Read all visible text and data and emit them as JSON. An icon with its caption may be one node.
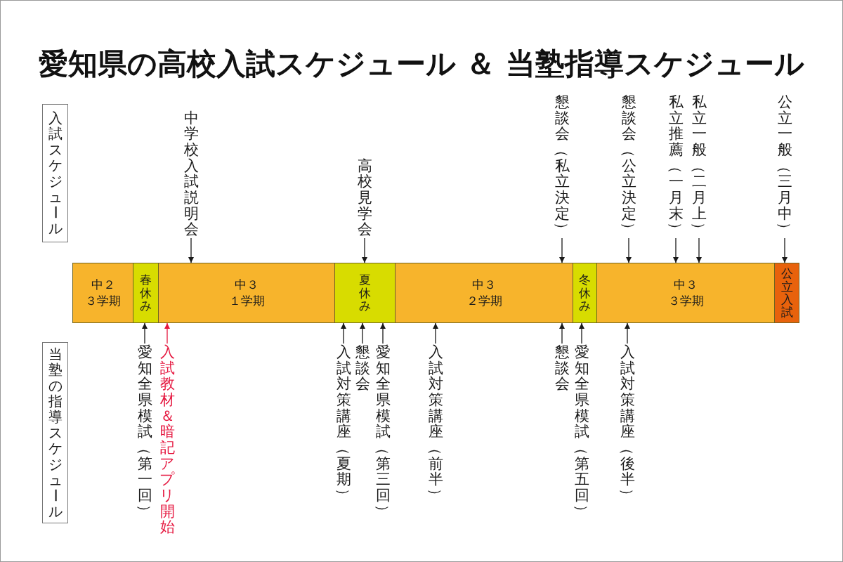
{
  "diagram": {
    "title": "愛知県の高校入試スケジュール ＆ 当塾指導スケジュール",
    "nodes": [
      {
        "text": [
          "入試スケジュール"
        ]
      },
      {
        "text": [
          "中学校入試説明会"
        ]
      },
      {
        "text": [
          "高校見学会"
        ]
      },
      {
        "text": [
          "懇談会（私立決定）"
        ]
      },
      {
        "text": [
          "懇談会（公立決定）"
        ]
      },
      {
        "text": [
          "私立推薦（一月末）"
        ]
      },
      {
        "text": [
          "私立一般（二月上）"
        ]
      },
      {
        "text": [
          "公立一般（三月中）"
        ]
      },
      {
        "text": [
          "中２",
          "３学期"
        ]
      },
      {
        "text": [
          "春休み"
        ]
      },
      {
        "text": [
          "中３",
          "１学期"
        ]
      },
      {
        "text": [
          "夏休み"
        ]
      },
      {
        "text": [
          "中３",
          "２学期"
        ]
      },
      {
        "text": [
          "冬休み"
        ]
      },
      {
        "text": [
          "中３",
          "３学期"
        ]
      },
      {
        "text": [
          "公立入試"
        ]
      },
      {
        "text": [
          "当塾の指導スケジュール"
        ]
      },
      {
        "text": [
          "愛知全県模試（第一回）"
        ]
      },
      {
        "text": [
          "入試教材＆暗記アプリ開始"
        ]
      },
      {
        "text": [
          "入試対策講座（夏期）"
        ]
      },
      {
        "text": [
          "懇談会"
        ]
      },
      {
        "text": [
          "愛知全県模試（第三回）"
        ]
      },
      {
        "text": [
          "入試対策講座（前半）"
        ]
      },
      {
        "text": [
          "懇談会"
        ]
      },
      {
        "text": [
          "愛知全県模試（第五回）"
        ]
      },
      {
        "text": [
          "入試対策講座（後半）"
        ]
      }
    ],
    "edges": [
      {
        "from": 1,
        "to": 10,
        "arrow": "to"
      },
      {
        "from": 2,
        "to": 11,
        "arrow": "to"
      },
      {
        "from": 3,
        "to": 12,
        "arrow": "to"
      },
      {
        "from": 4,
        "to": 14,
        "arrow": "to"
      },
      {
        "from": 5,
        "to": 14,
        "arrow": "to"
      },
      {
        "from": 6,
        "to": 14,
        "arrow": "to"
      },
      {
        "from": 7,
        "to": 15,
        "arrow": "to"
      },
      {
        "from": 17,
        "to": 9,
        "arrow": "to"
      },
      {
        "from": 18,
        "to": 10,
        "arrow": "to",
        "color": "#e5173f"
      },
      {
        "from": 19,
        "to": 11,
        "arrow": "to"
      },
      {
        "from": 20,
        "to": 11,
        "arrow": "to"
      },
      {
        "from": 21,
        "to": 11,
        "arrow": "to"
      },
      {
        "from": 22,
        "to": 12,
        "arrow": "to"
      },
      {
        "from": 23,
        "to": 12,
        "arrow": "to"
      },
      {
        "from": 24,
        "to": 13,
        "arrow": "to"
      },
      {
        "from": 25,
        "to": 14,
        "arrow": "to"
      }
    ]
  }
}
